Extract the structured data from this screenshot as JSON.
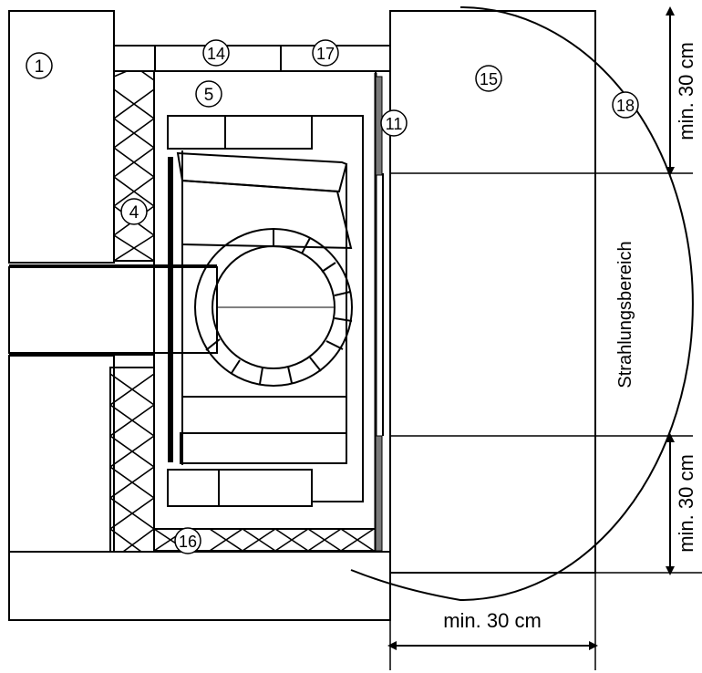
{
  "markers": {
    "m1": "1",
    "m4": "4",
    "m5": "5",
    "m11": "11",
    "m14": "14",
    "m15": "15",
    "m16": "16",
    "m17": "17",
    "m18": "18"
  },
  "labels": {
    "radiation_zone": "Strahlungsbereich",
    "dim_bottom": "min. 30 cm",
    "dim_right_top": "min. 30 cm",
    "dim_right_bottom": "min. 30 cm"
  },
  "colors": {
    "line": "#000000",
    "panel": "#7a7a7a",
    "background": "#ffffff"
  }
}
